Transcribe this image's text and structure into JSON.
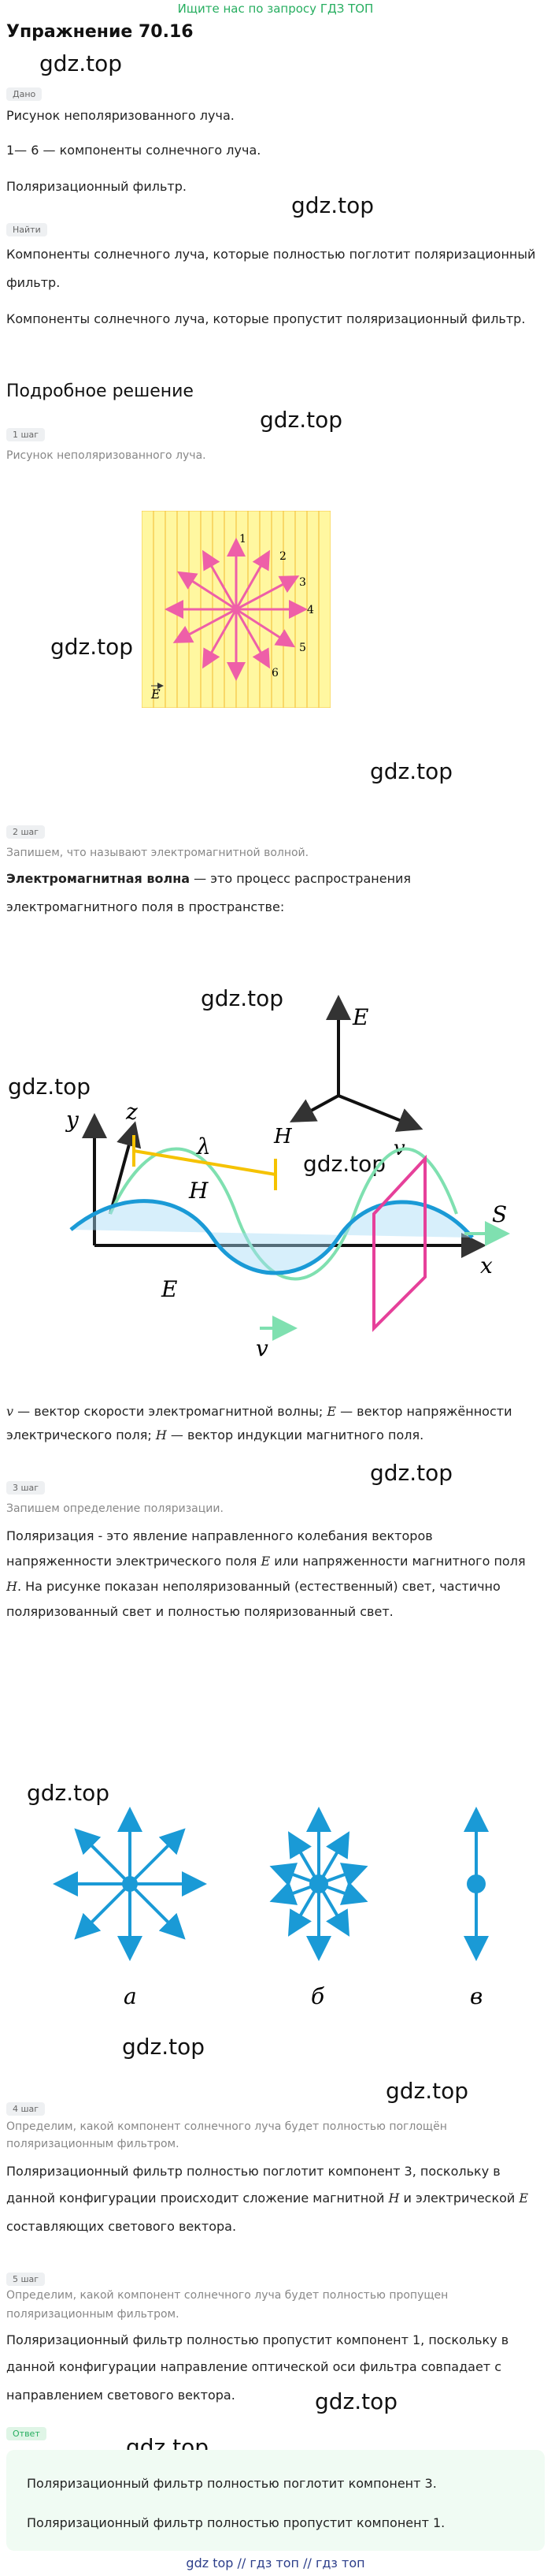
{
  "top_banner": "Ищите нас по запросу ГДЗ ТОП",
  "exercise_title": "Упражнение 70.16",
  "watermark": "gdz.top",
  "given": {
    "tag": "Дано",
    "line1": "Рисунок неполяризованного луча.",
    "line2": "1— 6 — компоненты солнечного луча.",
    "line3": "Поляризационный фильтр."
  },
  "find": {
    "tag": "Найти",
    "line1": "Компоненты солнечного луча, которые полностью поглотит поляризационный",
    "line1b": "фильтр.",
    "line2": "Компоненты солнечного луча, которые пропустит поляризационный фильтр."
  },
  "solution_title": "Подробное решение",
  "step1": {
    "tag": "1 шаг",
    "text": "Рисунок неполяризованного луча.",
    "fig_labels": [
      "1",
      "2",
      "3",
      "4",
      "5",
      "6"
    ],
    "fig_vector": "E"
  },
  "step2": {
    "tag": "2 шаг",
    "note": "Запишем, что называют электромагнитной волной.",
    "term": "Электромагнитная волна",
    "text_a": " — это процесс распространения",
    "text_b": "электромагнитного поля в пространстве:",
    "fig_labels": {
      "E": "E",
      "H": "H",
      "v": "v",
      "S": "S",
      "lambda": "λ",
      "x": "x",
      "y": "y",
      "z": "z"
    },
    "caption_a": "— вектор скорости электромагнитной волны;",
    "caption_b": "— вектор напряжённости",
    "caption_c": "электрического поля;",
    "caption_d": "— вектор индукции магнитного поля."
  },
  "step3": {
    "tag": "3 шаг",
    "note": "Запишем определение поляризации.",
    "line1": "Поляризация - это явление направленного колебания векторов",
    "line2a": "напряженности электрического поля",
    "line2b": "или напряженности магнитного поля",
    "line3": ". На рисунке показан неполяризованный (естественный) свет, частично",
    "line4": "поляризованный свет и полностью поляризованный свет.",
    "fig_captions": [
      "а",
      "б",
      "в"
    ]
  },
  "step4": {
    "tag": "4 шаг",
    "note1": "Определим, какой компонент солнечного луча будет полностью поглощён",
    "note2": "поляризационным фильтром.",
    "line1": "Поляризационный фильтр полностью поглотит компонент 3, поскольку в",
    "line2": "данной конфигурации происходит сложение магнитной",
    "line2b": "и электрической",
    "line3": "составляющих светового вектора."
  },
  "step5": {
    "tag": "5 шаг",
    "note1": "Определим, какой компонент солнечного луча будет полностью пропущен",
    "note2": "поляризационным фильтром.",
    "line1": "Поляризационный фильтр полностью пропустит компонент 1, поскольку в",
    "line2": "данной конфигурации направление оптической оси фильтра совпадает с",
    "line3": "направлением светового вектора."
  },
  "answer": {
    "tag": "Ответ",
    "line1": "Поляризационный фильтр полностью поглотит компонент 3.",
    "line2": "Поляризационный фильтр полностью пропустит компонент 1."
  },
  "bottom_banner": "gdz top // гдз топ // гдз топ",
  "colors": {
    "green": "#27ae60",
    "pink": "#ee5fa8",
    "yellow": "#fff7a0",
    "blue": "#1a9ad6",
    "mint": "#7fe0b0"
  }
}
